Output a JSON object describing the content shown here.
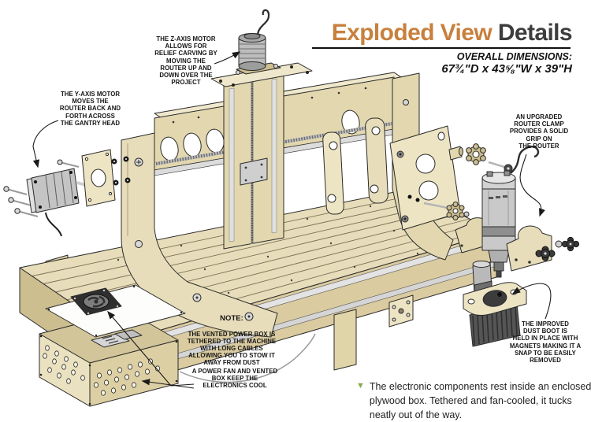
{
  "header": {
    "title_accent": "Exploded View",
    "title_rest": " Details",
    "dimensions_label": "OVERALL DIMENSIONS:",
    "dimensions_value": "67¾\"D x 43⅝\"W x 39\"H"
  },
  "callouts": {
    "z_axis": "THE Z-AXIS MOTOR\nALLOWS FOR\nRELIEF CARVING BY\nMOVING THE\nROUTER UP AND\nDOWN OVER THE\nPROJECT",
    "y_axis": "THE Y-AXIS MOTOR\nMOVES THE\nROUTER BACK AND\nFORTH ACROSS\nTHE GANTRY HEAD",
    "router_clamp": "AN UPGRADED\nROUTER CLAMP\nPROVIDES A SOLID\nGRIP ON\nTHE ROUTER",
    "note_heading": "NOTE:",
    "note_body": "THE VENTED POWER BOX IS\nTETHERED TO THE MACHINE\nWITH LONG CABLES\nALLOWING YOU TO STOW IT\nAWAY FROM DUST",
    "power_fan": "A POWER FAN AND VENTED\nBOX KEEP THE\nELECTRONICS COOL",
    "dust_boot": "THE IMPROVED\nDUST BOOT IS\nHELD IN PLACE WITH\nMAGNETS MAKING IT A\nSNAP TO BE EASILY\nREMOVED"
  },
  "caption": {
    "marker": "▼",
    "text": "The electronic components rest inside an enclosed plywood box. Tethered and fan-cooled, it tucks neatly out of the way."
  },
  "colors": {
    "accent_orange": "#C8803E",
    "title_dark": "#3D3D3D",
    "plywood": "#E2D7AE",
    "plywood_light": "#EFE7CC",
    "plywood_dark": "#CDBE90",
    "ink": "#1A1A1A",
    "caption_marker_green": "#8CA850"
  }
}
